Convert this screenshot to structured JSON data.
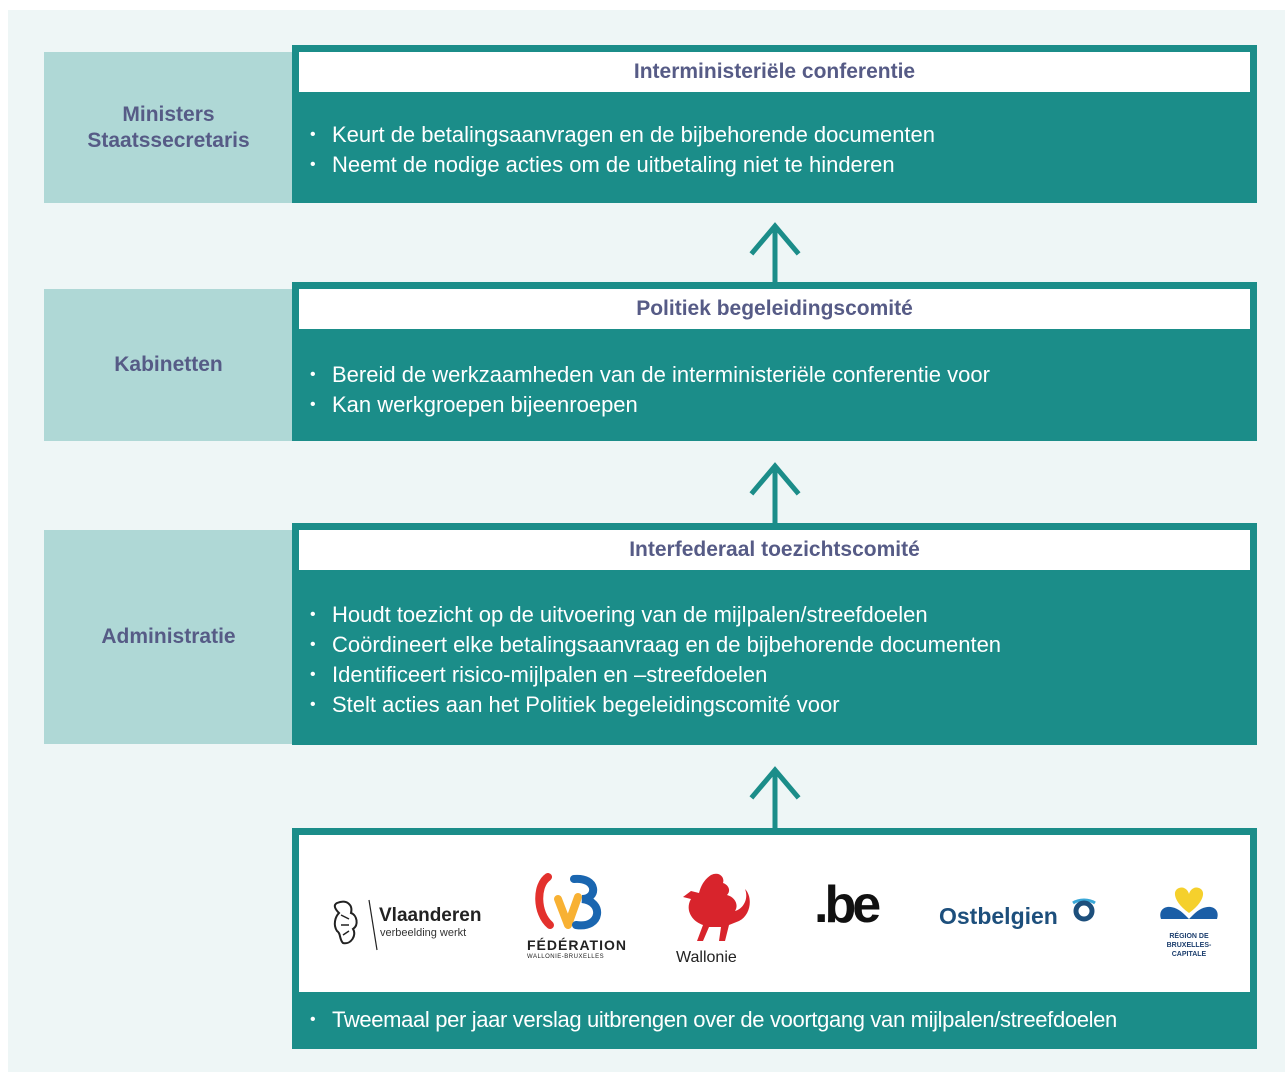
{
  "levels": [
    {
      "side_label_lines": [
        "Ministers",
        "Staatssecretaris"
      ],
      "title": "Interministeriële conferentie",
      "bullets": [
        "Keurt de betalingsaanvragen en de bijbehorende documenten",
        "Neemt de nodige acties om de uitbetaling niet te hinderen"
      ]
    },
    {
      "side_label_lines": [
        "Kabinetten"
      ],
      "title": "Politiek begeleidingscomité",
      "bullets": [
        "Bereid de werkzaamheden van de interministeriële conferentie voor",
        "Kan werkgroepen bijeenroepen"
      ]
    },
    {
      "side_label_lines": [
        "Administratie"
      ],
      "title": "Interfederaal toezichtscomité",
      "bullets": [
        "Houdt toezicht op de uitvoering van de mijlpalen/streefdoelen",
        "Coördineert elke betalingsaanvraag en de bijbehorende documenten",
        "Identificeert risico-mijlpalen en –streefdoelen",
        "Stelt acties aan het Politiek begeleidingscomité voor"
      ]
    }
  ],
  "bullet_symbol": "•",
  "governments": {
    "logos": [
      {
        "name": "Vlaanderen",
        "tagline": "verbeelding werkt"
      },
      {
        "name": "FÉDÉRATION",
        "tagline": "WALLONIE-BRUXELLES"
      },
      {
        "name": "Wallonie"
      },
      {
        "name": ".be"
      },
      {
        "name": "Ostbelgien"
      },
      {
        "name": "RÉGION DE",
        "name_line2": "BRUXELLES-",
        "name_line3": "CAPITALE"
      }
    ],
    "bullet": "Tweemaal per jaar verslag uitbrengen over de voortgang van mijlpalen/streefdoelen"
  },
  "colors": {
    "teal": "#1b8d89",
    "side_bg": "#afd8d6",
    "canvas_bg": "#eef6f6",
    "label_text": "#565b86",
    "brussels_blue": "#1b5ea6",
    "brussels_yellow": "#f5d02c",
    "wallonie_red": "#d8242c",
    "fwb_red": "#e3312d",
    "fwb_yellow": "#f8b133",
    "fwb_blue": "#1a66b0",
    "ostbelgien_blue": "#1d4f7c"
  }
}
